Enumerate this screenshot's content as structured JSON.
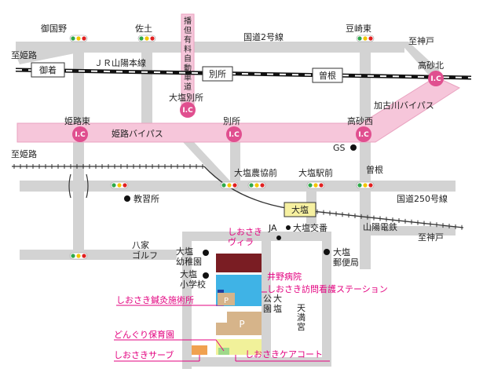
{
  "colors": {
    "road": "#d3d3d3",
    "bypass": "#f6c6da",
    "bypass_border": "#e9a3c0",
    "ic": "#e04f8f",
    "pink_text": "#e3007f",
    "villa": "#7a1d23",
    "hospital": "#3fb3e6",
    "parking": "#d6b48a",
    "care_court": "#f1f19a",
    "serve": "#f0a14f",
    "donguri": "#9fd98a",
    "blue_small": "#2040a0"
  },
  "roads": {
    "route2": "国道2号線",
    "route250": "国道250号線",
    "himeji_bypass": "姫路バイパス",
    "kakogawa_bypass": "加古川バイパス",
    "banyan_expressway": "播但有料自動車道",
    "to_himeji_top": "至姫路",
    "to_himeji_mid": "至姫路",
    "to_kobe_top": "至神戸",
    "to_kobe_bottom": "至神戸"
  },
  "rail": {
    "jr_line": "ＪＲ山陽本線",
    "sanyo": "山陽電鉄",
    "gochaku": "御着",
    "bessho": "別所",
    "sone": "曽根",
    "oshio": "大塩"
  },
  "intersections": {
    "gokokuya": "御国野",
    "sado": "佐土",
    "tozaki_higashi": "豆崎東",
    "oshio_nokyo": "大塩農協前",
    "oshio_ekimae": "大塩駅前",
    "sone_int": "曽根"
  },
  "interchanges": {
    "himeji_higashi": "姫路東",
    "bessho_ic": "別所",
    "oshio_bessho": "大塩別所",
    "takasago_nishi": "高砂西",
    "takasago_kita": "高砂北",
    "ic_label": "I.C"
  },
  "landmarks": {
    "kyoikusho": "教習所",
    "gs": "GS",
    "ja": "JA",
    "oshio_koban": "大塩交番",
    "oshio_post": "大塩\n郵便局",
    "oshio_kindergarten": "大塩\n幼稚園",
    "oshio_elementary": "大塩\n小学校",
    "yaie_golf": "八家\nゴルフ",
    "oshio_park": "大塩\n公園",
    "tenmangu": "天満宮",
    "parking": "P"
  },
  "facilities": {
    "villa": "しおさき\nヴィラ",
    "inoue_hospital": "井野病院",
    "visiting_nurse": "しおさき訪問看護ステーション",
    "acupuncture": "しおさき鍼灸施術所",
    "donguri": "どんぐり保育園",
    "serve": "しおさきサーブ",
    "care_court": "しおさきケアコート"
  }
}
